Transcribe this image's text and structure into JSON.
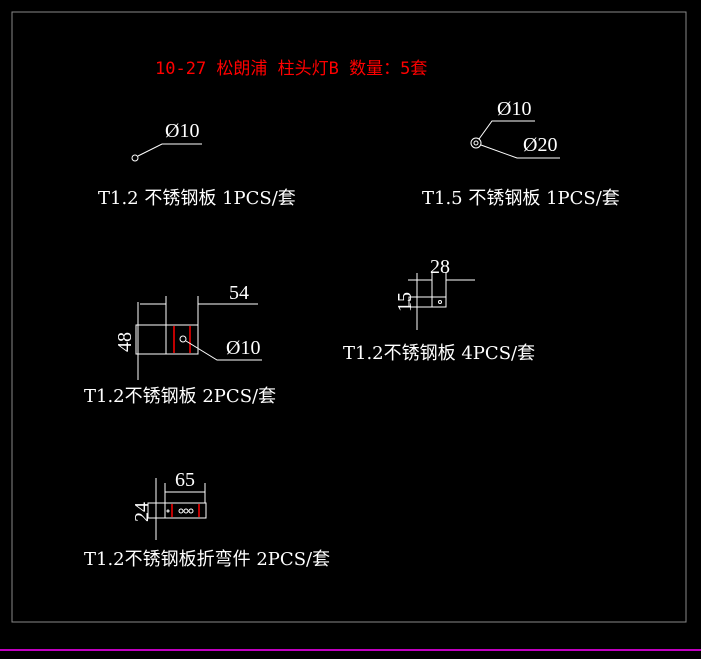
{
  "title": "10-27 松朗浦 柱头灯B 数量：5套",
  "parts": [
    {
      "label": "T1.2 不锈钢板 1PCS/套",
      "dims": [
        "Ø10"
      ]
    },
    {
      "label": "T1.5 不锈钢板 1PCS/套",
      "dims": [
        "Ø10",
        "Ø20"
      ]
    },
    {
      "label": "T1.2不锈钢板 2PCS/套",
      "dims": [
        "54",
        "48",
        "Ø10"
      ]
    },
    {
      "label": "T1.2不锈钢板 4PCS/套",
      "dims": [
        "28",
        "15"
      ]
    },
    {
      "label": "T1.2不锈钢板折弯件 2PCS/套",
      "dims": [
        "65",
        "24"
      ]
    }
  ],
  "colors": {
    "title": "#ff0000",
    "bend": "#ff0000",
    "frame": "#888888",
    "border": "#ff00ff"
  }
}
